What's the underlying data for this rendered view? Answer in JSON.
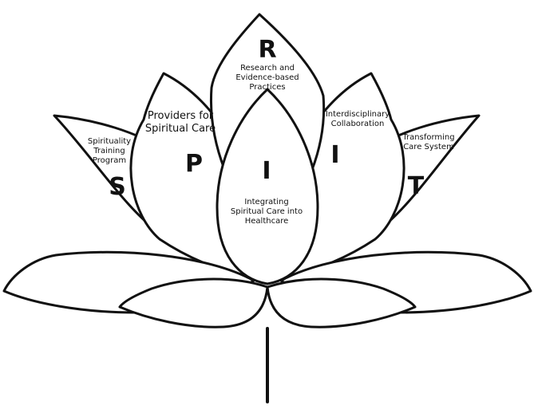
{
  "letters": {
    "s": "S",
    "p": "P",
    "r": "R",
    "i_center": "I",
    "i_right": "I",
    "t": "T"
  },
  "labels": {
    "spirituality_training": [
      "Spirituality",
      "Training",
      "Program"
    ],
    "providers": [
      "Providers for",
      "Spiritual Care"
    ],
    "research": [
      "Research and",
      "Evidence-based",
      "Practices"
    ],
    "integrating": [
      "Integrating",
      "Spiritual Care into",
      "Healthcare"
    ],
    "interdisciplinary": [
      "Interdisciplinary",
      "Collaboration"
    ],
    "transforming": [
      "Transforming",
      "Care System"
    ]
  },
  "colors": {
    "stroke": "#111111",
    "fill": "#ffffff"
  }
}
